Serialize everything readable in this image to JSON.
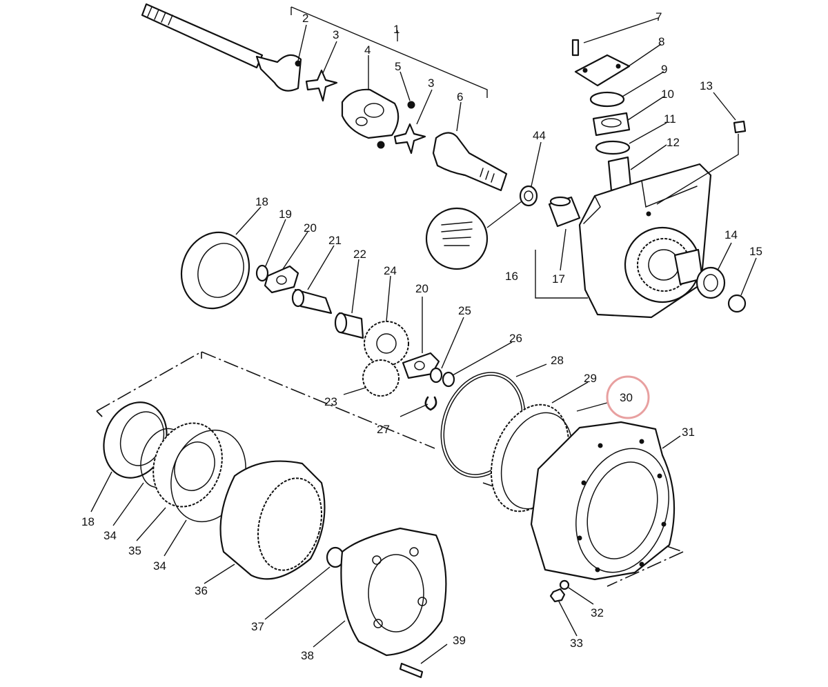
{
  "diagram": {
    "type": "exploded-parts-diagram",
    "callouts": [
      "1",
      "2",
      "3",
      "3",
      "4",
      "5",
      "6",
      "7",
      "8",
      "9",
      "10",
      "11",
      "12",
      "13",
      "14",
      "15",
      "16",
      "17",
      "18",
      "18",
      "19",
      "20",
      "20",
      "21",
      "22",
      "23",
      "24",
      "25",
      "26",
      "27",
      "28",
      "29",
      "30",
      "31",
      "32",
      "33",
      "34",
      "34",
      "35",
      "36",
      "37",
      "38",
      "39",
      "44"
    ],
    "highlighted_callout": "30",
    "highlight_color": "#e8a0a0",
    "line_color": "#111111"
  }
}
